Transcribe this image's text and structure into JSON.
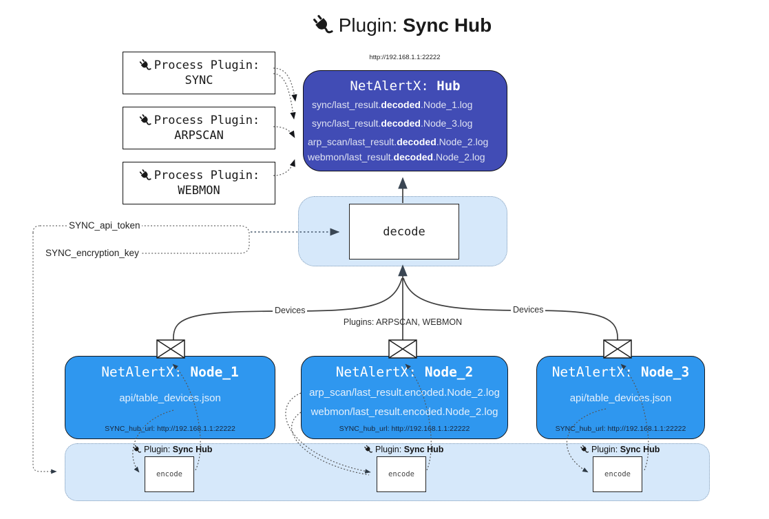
{
  "title": {
    "icon": "plug-icon",
    "prefix": "Plugin:",
    "name": "Sync Hub"
  },
  "hub": {
    "url": "http://192.168.1.1:22222",
    "title_prefix": "NetAlertX:",
    "title_name": "Hub",
    "logs": [
      {
        "pre": "sync/last_result.",
        "bold": "decoded",
        "post": ".Node_1.log"
      },
      {
        "pre": "sync/last_result.",
        "bold": "decoded",
        "post": ".Node_3.log"
      },
      {
        "pre": "arp_scan/last_result.",
        "bold": "decoded",
        "post": ".Node_2.log"
      },
      {
        "pre": "webmon/last_result.",
        "bold": "decoded",
        "post": ".Node_2.log"
      }
    ]
  },
  "process_plugins": [
    {
      "label": "Process Plugin:",
      "name": "SYNC"
    },
    {
      "label": "Process Plugin:",
      "name": "ARPSCAN"
    },
    {
      "label": "Process Plugin:",
      "name": "WEBMON"
    }
  ],
  "decode_label": "decode",
  "settings": {
    "api_token": "SYNC_api_token",
    "encryption_key": "SYNC_encryption_key"
  },
  "edge_labels": {
    "left": "Devices",
    "middle": "Plugins: ARPSCAN, WEBMON",
    "right": "Devices"
  },
  "nodes": [
    {
      "title_prefix": "NetAlertX:",
      "title_name": "Node_1",
      "files": [
        "api/table_devices.json"
      ],
      "hub_url": "SYNC_hub_url: http://192.168.1.1:22222"
    },
    {
      "title_prefix": "NetAlertX:",
      "title_name": "Node_2",
      "files": [
        "arp_scan/last_result.encoded.Node_2.log",
        "webmon/last_result.encoded.Node_2.log"
      ],
      "hub_url": "SYNC_hub_url: http://192.168.1.1:22222"
    },
    {
      "title_prefix": "NetAlertX:",
      "title_name": "Node_3",
      "files": [
        "api/table_devices.json"
      ],
      "hub_url": "SYNC_hub_url: http://192.168.1.1:22222"
    }
  ],
  "encoders": [
    {
      "label_prefix": "Plugin:",
      "label_name": "Sync Hub",
      "box": "encode"
    },
    {
      "label_prefix": "Plugin:",
      "label_name": "Sync Hub",
      "box": "encode"
    },
    {
      "label_prefix": "Plugin:",
      "label_name": "Sync Hub",
      "box": "encode"
    }
  ],
  "colors": {
    "hub_bg": "#414CB5",
    "node_bg": "#2F97EF",
    "panel_bg": "#D6E8FA",
    "panel_border": "#7E99B5",
    "line": "#3F3F3F",
    "text_dark": "#1A1A1A"
  }
}
